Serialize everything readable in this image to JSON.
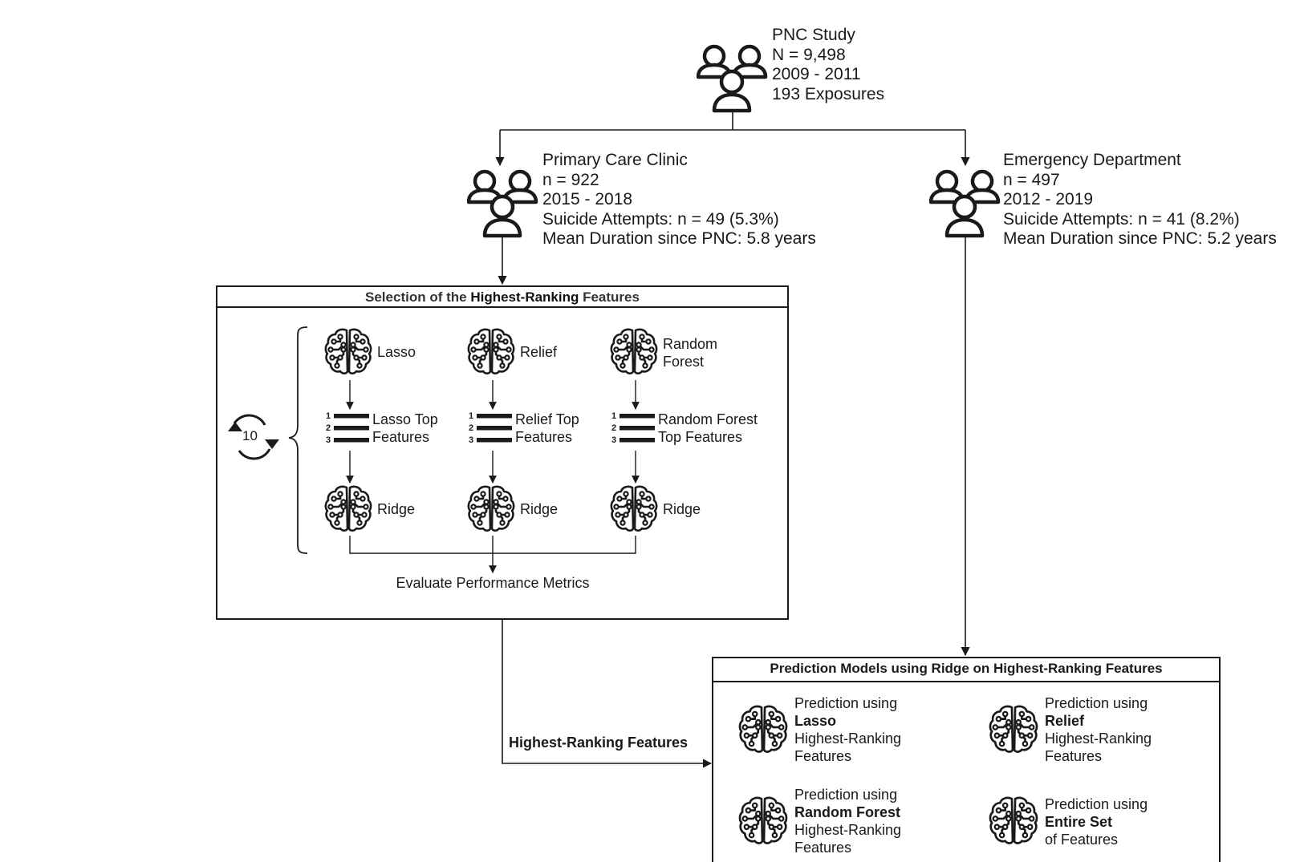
{
  "pnc": {
    "title": "PNC Study",
    "n": "N = 9,498",
    "years": "2009 - 2011",
    "exposures": "193 Exposures"
  },
  "primary_care": {
    "title": "Primary Care Clinic",
    "n": "n = 922",
    "years": "2015 - 2018",
    "attempts": "Suicide Attempts: n = 49 (5.3%)",
    "duration": "Mean Duration since PNC: 5.8 years"
  },
  "emergency": {
    "title": "Emergency Department",
    "n": "n = 497",
    "years": "2012 - 2019",
    "attempts": "Suicide Attempts: n = 41 (8.2%)",
    "duration": "Mean Duration since PNC: 5.2 years"
  },
  "selection_box": {
    "title_pre": "Selection of the ",
    "title_bold": "Highest-Ranking",
    "title_post": " Features",
    "repeat_count": "10",
    "methods": [
      {
        "line1": "Lasso",
        "line2": ""
      },
      {
        "line1": "Relief",
        "line2": ""
      },
      {
        "line1": "Random",
        "line2": "Forest"
      }
    ],
    "lists": [
      {
        "line1": "Lasso Top",
        "line2": "Features"
      },
      {
        "line1": "Relief Top",
        "line2": "Features"
      },
      {
        "line1": "Random Forest",
        "line2": "Top Features"
      }
    ],
    "ridge": [
      "Ridge",
      "Ridge",
      "Ridge"
    ],
    "list_numbers": [
      "1",
      "2",
      "3"
    ],
    "evaluate": "Evaluate Performance Metrics"
  },
  "connector_label": "Highest-Ranking Features",
  "prediction_box": {
    "title": "Prediction Models using Ridge on Highest-Ranking Features",
    "items": [
      {
        "line1": "Prediction using",
        "bold": "Lasso",
        "line3": "Highest-Ranking",
        "line4": "Features"
      },
      {
        "line1": "Prediction using",
        "bold": "Relief",
        "line3": "Highest-Ranking",
        "line4": "Features"
      },
      {
        "line1": "Prediction using",
        "bold": "Random Forest",
        "line3": "Highest-Ranking",
        "line4": "Features"
      },
      {
        "line1": "Prediction using",
        "bold": "Entire Set",
        "line3": "of Features",
        "line4": ""
      }
    ]
  },
  "colors": {
    "stroke": "#1a1a1a",
    "background": "#ffffff"
  }
}
